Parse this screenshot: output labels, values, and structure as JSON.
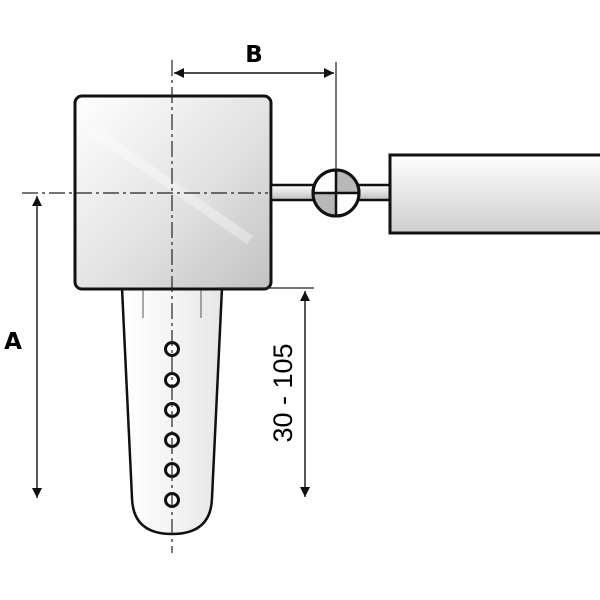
{
  "labels": {
    "a": "A",
    "b": "B",
    "range": "30 - 105"
  },
  "colors": {
    "outline": "#111111",
    "body_light": "#f4f4f4",
    "body_dark": "#c4c4c4",
    "centerline": "#222222"
  },
  "icons": {
    "ball_joint": "ball-joint-icon"
  }
}
